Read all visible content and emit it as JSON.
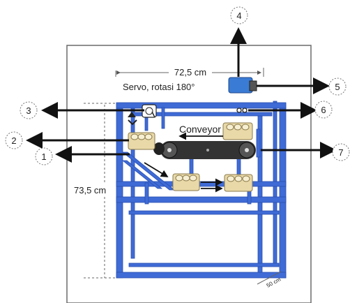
{
  "labels": {
    "width": "72,5 cm",
    "servo": "Servo, rotasi  180°",
    "conveyor": "Conveyor",
    "height": "73,5 cm",
    "depth": "50 cm"
  },
  "callouts": [
    "1",
    "2",
    "3",
    "4",
    "5",
    "6",
    "7"
  ],
  "colors": {
    "frame": "#3f6bd6",
    "tray": "#e9d9a8",
    "belt": "#333333",
    "motor": "#3a7bd5"
  }
}
